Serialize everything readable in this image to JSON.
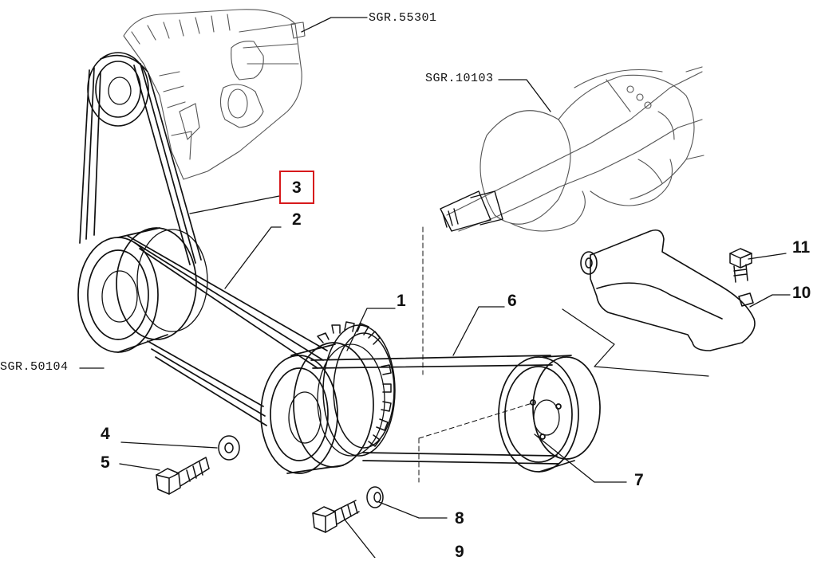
{
  "references": {
    "alternator": "SGR.55301",
    "crankshaft": "SGR.10103",
    "pump": "SGR.50104"
  },
  "callouts": [
    {
      "id": "c1",
      "label": "1"
    },
    {
      "id": "c2",
      "label": "2"
    },
    {
      "id": "c3",
      "label": "3",
      "highlighted": true
    },
    {
      "id": "c4",
      "label": "4"
    },
    {
      "id": "c5",
      "label": "5"
    },
    {
      "id": "c6",
      "label": "6"
    },
    {
      "id": "c7",
      "label": "7"
    },
    {
      "id": "c8",
      "label": "8"
    },
    {
      "id": "c9",
      "label": "9"
    },
    {
      "id": "c10",
      "label": "10"
    },
    {
      "id": "c11",
      "label": "11"
    }
  ],
  "highlight_color": "#d7191c"
}
